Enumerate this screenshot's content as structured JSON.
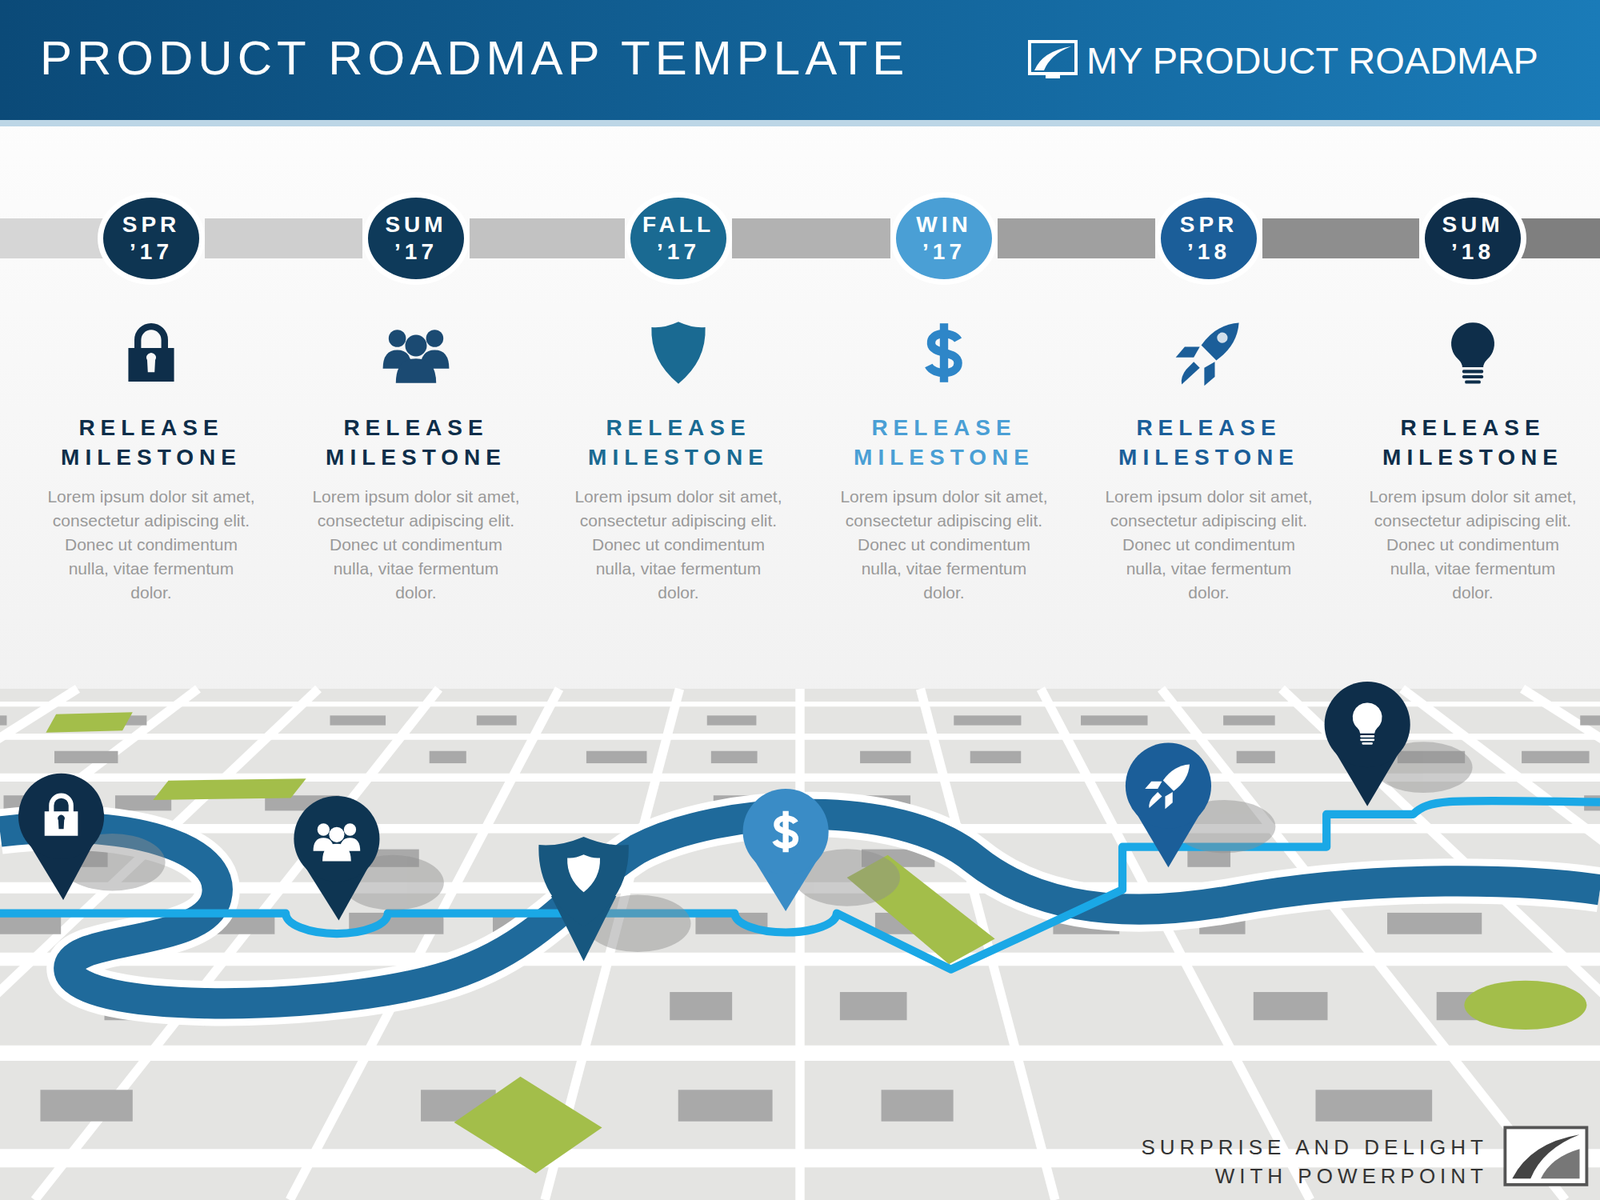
{
  "diagram": {
    "title": "PRODUCT ROADMAP TEMPLATE",
    "nodes": [
      {
        "text": [
          "SPR ’17"
        ]
      },
      {
        "text": [
          "SUM ’17"
        ]
      },
      {
        "text": [
          "FALL ’17"
        ]
      },
      {
        "text": [
          "WIN ’17"
        ]
      },
      {
        "text": [
          "SPR ’18"
        ]
      },
      {
        "text": [
          "SUM ’18"
        ]
      }
    ],
    "edges": [
      {
        "from": 0,
        "to": 1,
        "arrow": "none"
      },
      {
        "from": 1,
        "to": 2,
        "arrow": "none"
      },
      {
        "from": 2,
        "to": 3,
        "arrow": "none"
      },
      {
        "from": 3,
        "to": 4,
        "arrow": "none"
      },
      {
        "from": 4,
        "to": 5,
        "arrow": "none"
      }
    ],
    "labels": [
      "MY PRODUCT ROADMAP",
      "RELEASE MILESTONE",
      "Lorem ipsum dolor sit amet, consectetur adipiscing elit. Donec ut condimentum nulla, vitae fermentum dolor.",
      "RELEASE MILESTONE",
      "Lorem ipsum dolor sit amet, consectetur adipiscing elit. Donec ut condimentum nulla, vitae fermentum dolor.",
      "RELEASE MILESTONE",
      "Lorem ipsum dolor sit amet, consectetur adipiscing elit. Donec ut condimentum nulla, vitae fermentum dolor.",
      "RELEASE MILESTONE",
      "Lorem ipsum dolor sit amet, consectetur adipiscing elit. Donec ut condimentum nulla, vitae fermentum dolor.",
      "RELEASE MILESTONE",
      "Lorem ipsum dolor sit amet, consectetur adipiscing elit. Donec ut condimentum nulla, vitae fermentum dolor.",
      "RELEASE MILESTONE",
      "Lorem ipsum dolor sit amet, consectetur adipiscing elit. Donec ut condimentum nulla, vitae fermentum dolor.",
      "SURPRISE AND DELIGHT WITH POWERPOINT"
    ]
  }
}
